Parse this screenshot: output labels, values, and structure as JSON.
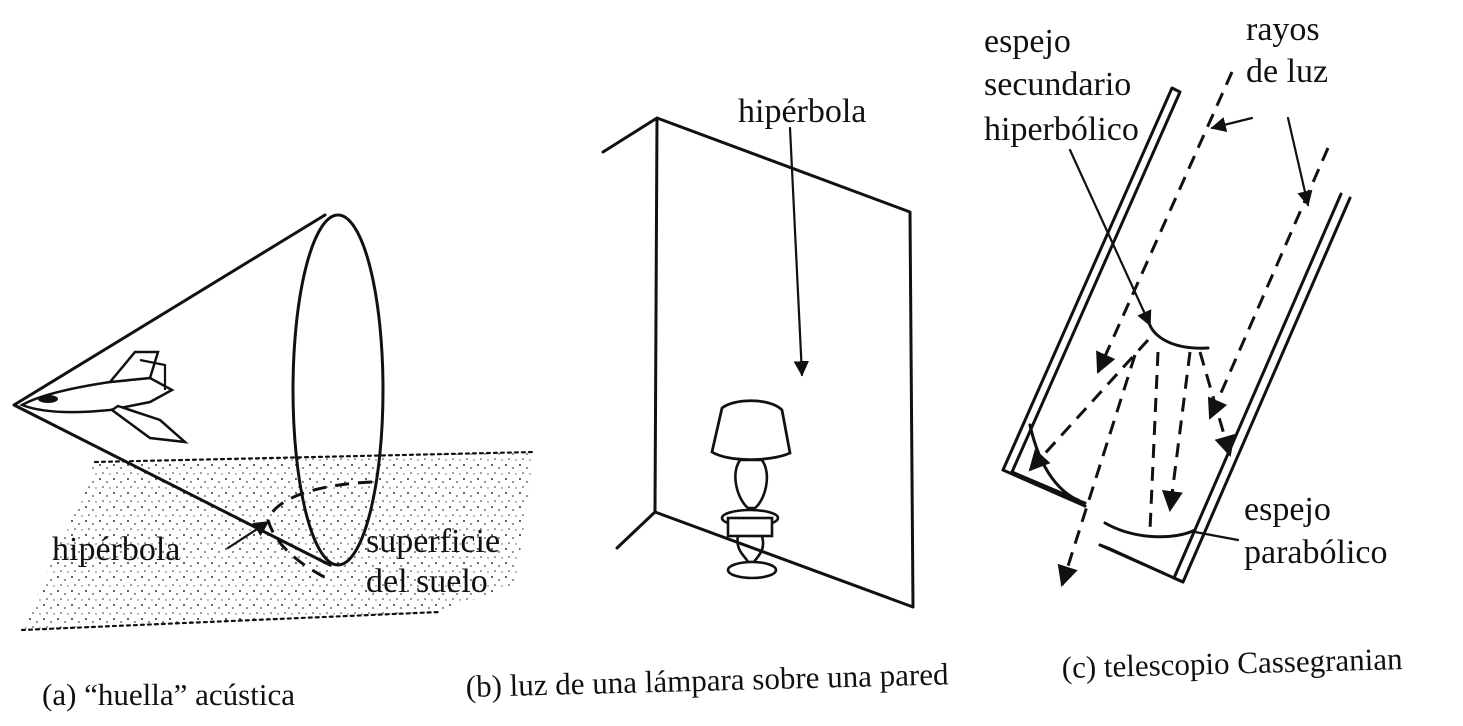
{
  "panel_a": {
    "hyperbola_label": "hipérbola",
    "ground_label_line1": "superficie",
    "ground_label_line2": "del suelo",
    "caption": "(a)  “huella” acústica"
  },
  "panel_b": {
    "hyperbola_label": "hipérbola",
    "caption": "(b)  luz de una lámpara sobre una pared"
  },
  "panel_c": {
    "secondary_mirror_line1": "espejo",
    "secondary_mirror_line2": "secundario",
    "secondary_mirror_line3": "hiperbólico",
    "rays_line1": "rayos",
    "rays_line2": "de luz",
    "primary_mirror_line1": "espejo",
    "primary_mirror_line2": "parabólico",
    "caption": "(c)  telescopio Cassegranian"
  }
}
